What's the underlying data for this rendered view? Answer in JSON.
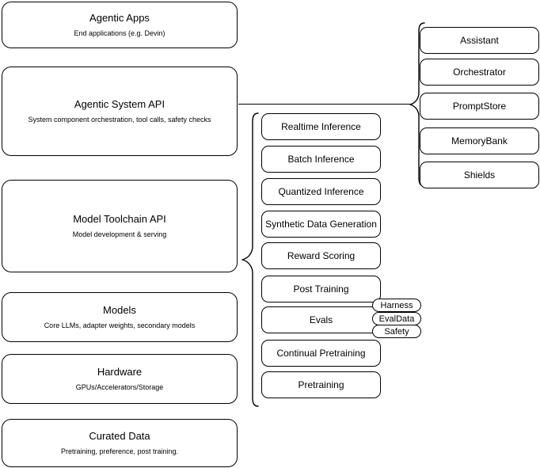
{
  "diagram": {
    "title": "AI Stack Layer Diagram",
    "stroke_color": "#000000",
    "background_color": "#ffffff"
  },
  "layers": [
    {
      "id": "agentic-apps",
      "title": "Agentic Apps",
      "subtitle": "End applications (e.g. Devin)"
    },
    {
      "id": "agentic-system-api",
      "title": "Agentic System API",
      "subtitle": "System component orchestration, tool calls, safety checks"
    },
    {
      "id": "model-toolchain-api",
      "title": "Model Toolchain API",
      "subtitle": "Model development & serving"
    },
    {
      "id": "models",
      "title": "Models",
      "subtitle": "Core LLMs, adapter weights, secondary models"
    },
    {
      "id": "hardware",
      "title": "Hardware",
      "subtitle": "GPUs/Accelerators/Storage"
    },
    {
      "id": "curated-data",
      "title": "Curated Data",
      "subtitle": "Pretraining, preference, post training."
    }
  ],
  "toolchain_items": [
    {
      "id": "realtime-inference",
      "label": "Realtime Inference"
    },
    {
      "id": "batch-inference",
      "label": "Batch Inference"
    },
    {
      "id": "quantized-inference",
      "label": "Quantized Inference"
    },
    {
      "id": "synthetic-data-generation",
      "label": "Synthetic Data Generation"
    },
    {
      "id": "reward-scoring",
      "label": "Reward Scoring"
    },
    {
      "id": "post-training",
      "label": "Post Training"
    },
    {
      "id": "evals",
      "label": "Evals"
    },
    {
      "id": "continual-pretraining",
      "label": "Continual Pretraining"
    },
    {
      "id": "pretraining",
      "label": "Pretraining"
    }
  ],
  "system_items": [
    {
      "id": "assistant",
      "label": "Assistant"
    },
    {
      "id": "orchestrator",
      "label": "Orchestrator"
    },
    {
      "id": "promptstore",
      "label": "PromptStore"
    },
    {
      "id": "memorybank",
      "label": "MemoryBank"
    },
    {
      "id": "shields",
      "label": "Shields"
    }
  ],
  "evals_badges": [
    {
      "id": "harness",
      "label": "Harness"
    },
    {
      "id": "evaldata",
      "label": "EvalData"
    },
    {
      "id": "safety",
      "label": "Safety"
    }
  ]
}
